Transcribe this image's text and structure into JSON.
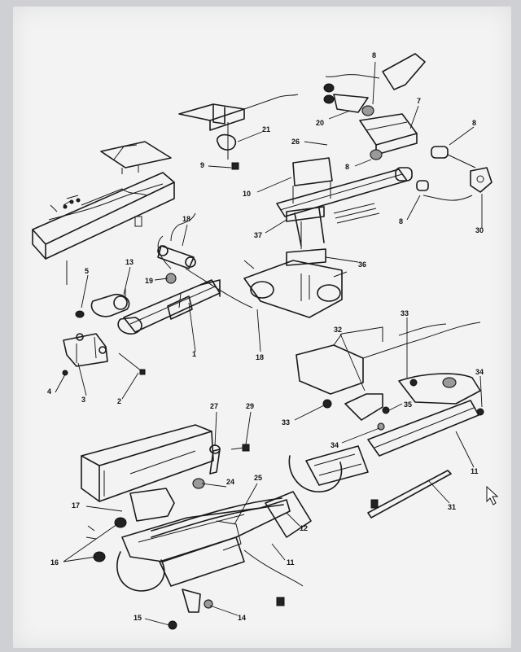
{
  "diagram": {
    "callouts": [
      {
        "id": "c8a",
        "text": "8"
      },
      {
        "id": "c7",
        "text": "7"
      },
      {
        "id": "c8b",
        "text": "8"
      },
      {
        "id": "c20",
        "text": "20"
      },
      {
        "id": "c21",
        "text": "21"
      },
      {
        "id": "c26",
        "text": "26"
      },
      {
        "id": "c9",
        "text": "9"
      },
      {
        "id": "c8c",
        "text": "8"
      },
      {
        "id": "c10",
        "text": "10"
      },
      {
        "id": "c8d",
        "text": "8"
      },
      {
        "id": "c37",
        "text": "37"
      },
      {
        "id": "c30",
        "text": "30"
      },
      {
        "id": "c18a",
        "text": "18"
      },
      {
        "id": "c36",
        "text": "36"
      },
      {
        "id": "c5",
        "text": "5"
      },
      {
        "id": "c13",
        "text": "13"
      },
      {
        "id": "c19",
        "text": "19"
      },
      {
        "id": "c1",
        "text": "1"
      },
      {
        "id": "c18b",
        "text": "18"
      },
      {
        "id": "c33a",
        "text": "33"
      },
      {
        "id": "c32",
        "text": "32"
      },
      {
        "id": "c34a",
        "text": "34"
      },
      {
        "id": "c4",
        "text": "4"
      },
      {
        "id": "c3",
        "text": "3"
      },
      {
        "id": "c2",
        "text": "2"
      },
      {
        "id": "c35",
        "text": "35"
      },
      {
        "id": "c33b",
        "text": "33"
      },
      {
        "id": "c34b",
        "text": "34"
      },
      {
        "id": "c27",
        "text": "27"
      },
      {
        "id": "c29",
        "text": "29"
      },
      {
        "id": "c11a",
        "text": "11"
      },
      {
        "id": "c24",
        "text": "24"
      },
      {
        "id": "c25",
        "text": "25"
      },
      {
        "id": "c31",
        "text": "31"
      },
      {
        "id": "c17",
        "text": "17"
      },
      {
        "id": "c12",
        "text": "12"
      },
      {
        "id": "c16",
        "text": "16"
      },
      {
        "id": "c11b",
        "text": "11"
      },
      {
        "id": "c15",
        "text": "15"
      },
      {
        "id": "c14",
        "text": "14"
      }
    ]
  }
}
